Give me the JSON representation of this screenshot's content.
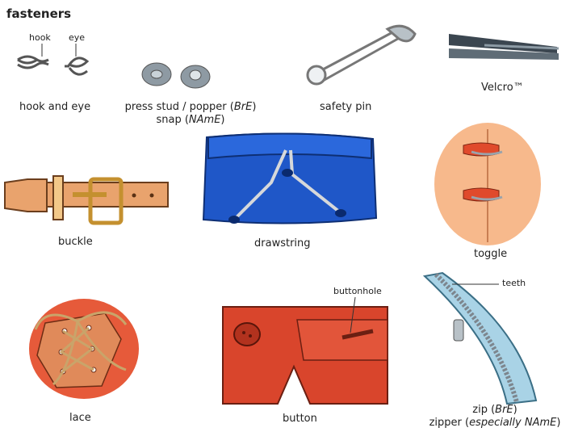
{
  "title": "fasteners",
  "items": {
    "hook_and_eye": {
      "label": "hook and eye",
      "parts": {
        "hook": "hook",
        "eye": "eye"
      }
    },
    "press_stud": {
      "label_pre": "press stud / popper (",
      "label_bre": "BrE",
      "label_post": ")",
      "label2_pre": "snap (",
      "label2_name": "NAmE",
      "label2_post": ")"
    },
    "safety_pin": {
      "label": "safety pin"
    },
    "velcro": {
      "label": "Velcro™"
    },
    "buckle": {
      "label": "buckle"
    },
    "drawstring": {
      "label": "drawstring"
    },
    "toggle": {
      "label": "toggle"
    },
    "lace": {
      "label": "lace"
    },
    "button": {
      "label": "button",
      "parts": {
        "buttonhole": "buttonhole"
      }
    },
    "zip": {
      "label_pre": "zip (",
      "label_bre": "BrE",
      "label_post": ")",
      "label2_pre": "zipper (",
      "label2_em": "especially NAmE",
      "label2_post": ")",
      "parts": {
        "teeth": "teeth"
      }
    }
  },
  "colors": {
    "leather": "#e9a36d",
    "blue_fabric": "#1f57c8",
    "red_fabric": "#d9452c",
    "toggle_bg": "#f7b98c",
    "zip_tape": "#a9d3e6",
    "metal": "#9aa3ab"
  }
}
